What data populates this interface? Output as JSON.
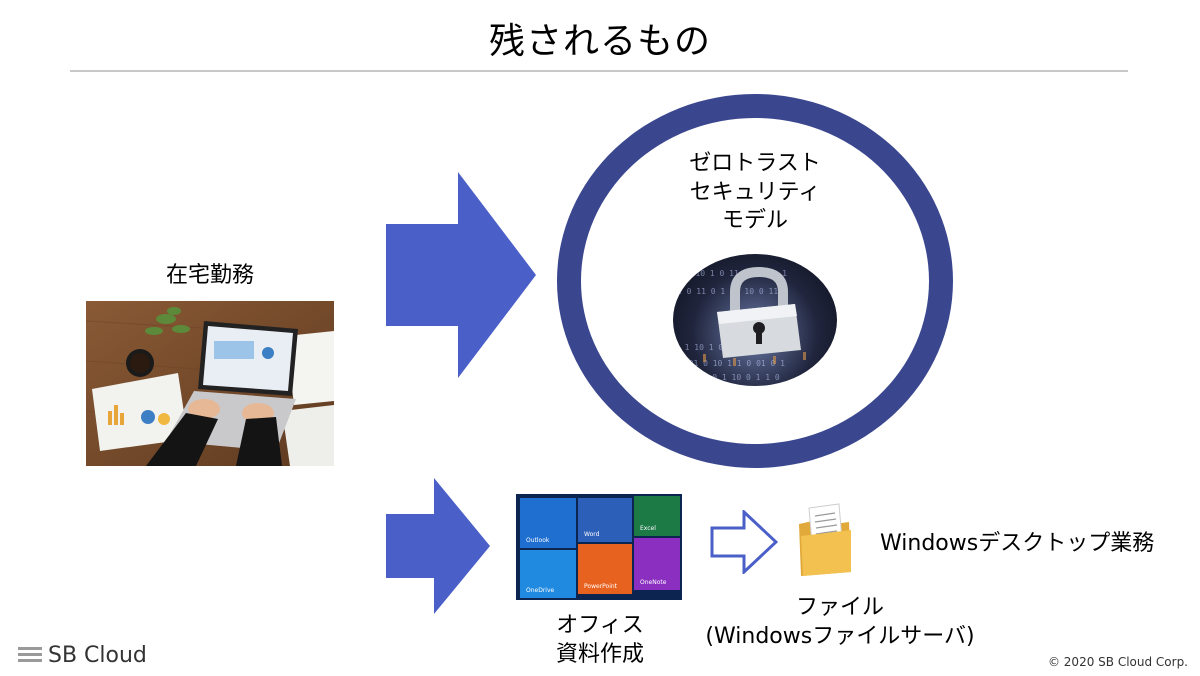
{
  "title": "残されるもの",
  "home_work_label": "在宅勤務",
  "zero_trust_label": {
    "line1": "ゼロトラスト",
    "line2": "セキュリティ",
    "line3": "モデル"
  },
  "office_label": {
    "line1": "オフィス",
    "line2": "資料作成"
  },
  "office_apps": [
    "Outlook",
    "Word",
    "Excel",
    "OneDrive",
    "PowerPoint",
    "OneNote"
  ],
  "file_label": {
    "line1": "ファイル",
    "line2": "(Windowsファイルサーバ)"
  },
  "windows_desktop_label": "Windowsデスクトップ業務",
  "logo_text": "SB Cloud",
  "copyright": "© 2020 SB Cloud Corp.",
  "colors": {
    "arrow": "#4a5fc8",
    "ring": "#3a478f",
    "hollow_arrow": "#4a5fc8",
    "rule": "#c8c8c8"
  }
}
